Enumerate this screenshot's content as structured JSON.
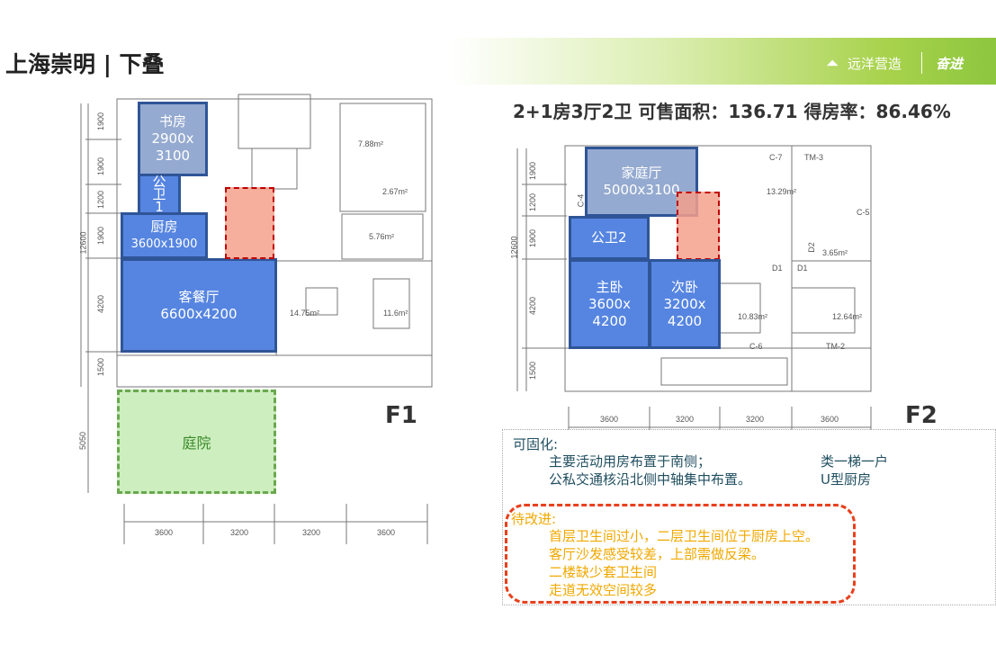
{
  "header": {
    "title": "上海崇明 | 下叠",
    "logo_brand": "远洋营造",
    "logo_slogan": "奋进"
  },
  "summary": "2+1房3厅2卫   可售面积：136.71   得房率：86.46%",
  "f1": {
    "label": "F1",
    "rooms": [
      {
        "name": "书房",
        "size": "2900x",
        "size2": "3100"
      },
      {
        "name": "公",
        "size": "卫",
        "size2": "1"
      },
      {
        "name": "厨房",
        "size": "3600x1900"
      },
      {
        "name": "客餐厅",
        "size": "6600x4200"
      }
    ],
    "yard": "庭院",
    "areas": [
      "7.88m²",
      "2.67m²",
      "5.76m²",
      "14.75m²",
      "11.6m²"
    ],
    "left_dims": [
      "1900",
      "1900",
      "1200",
      "1900",
      "4200",
      "1500"
    ],
    "total_dim": "12600",
    "yard_dim": "5050",
    "bottom_dims": [
      "3600",
      "3200",
      "3200",
      "3600"
    ]
  },
  "f2": {
    "label": "F2",
    "rooms": [
      {
        "name": "家庭厅",
        "size": "5000x3100"
      },
      {
        "name": "公卫2"
      },
      {
        "name": "主卧",
        "size": "3600x",
        "size2": "4200"
      },
      {
        "name": "次卧",
        "size": "3200x",
        "size2": "4200"
      }
    ],
    "areas": [
      "13.29m²",
      "3.65m²",
      "10.83m²",
      "12.64m²"
    ],
    "tags": [
      "C-7",
      "TM-3",
      "C-6",
      "TM-2",
      "D1",
      "D1",
      "D2",
      "C-4",
      "C-5"
    ],
    "left_dims": [
      "1900",
      "1200",
      "1900",
      "4200",
      "1500"
    ],
    "total_dim": "12600",
    "bottom_dims": [
      "3600",
      "3200",
      "3200",
      "3600"
    ]
  },
  "notes": {
    "fixed_title": "可固化:",
    "fixed": [
      "主要活动用房布置于南侧；",
      "公私交通核沿北侧中轴集中布置。"
    ],
    "fixed_right": [
      "类一梯一户",
      "U型厨房"
    ],
    "improve_title": "待改进:",
    "improve": [
      "首层卫生间过小，二层卫生间位于厨房上空。",
      "客厅沙发感受较差，上部需做反梁。",
      "二楼缺少套卫生间",
      "走道无效空间较多"
    ]
  },
  "colors": {
    "accent_green": "#8dc63f",
    "room_blue": "#4478de",
    "room_gray": "#829bc8",
    "stair_red": "#c00000",
    "yard_green": "#6aa84f",
    "improve_orange": "#f0a800",
    "notes_text": "#1f4e5f"
  }
}
